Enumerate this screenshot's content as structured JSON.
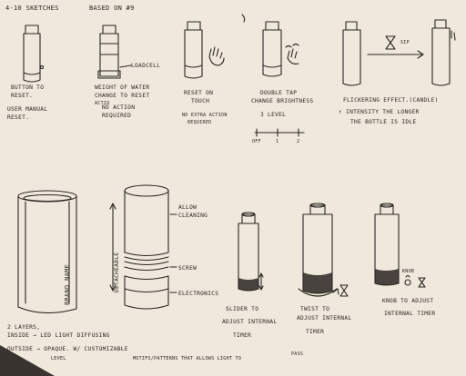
{
  "header": {
    "title": "4-10 SKETCHES",
    "subtitle": "BASED ON #9"
  },
  "sketches": [
    {
      "lines": [
        "BUTTON TO",
        "RESET.",
        "",
        "USER MANUAL",
        "RESET."
      ]
    },
    {
      "callout": "LOADCELL",
      "lines": [
        "WEIGHT OF WATER",
        "CHANGE TO RESET",
        "NO ACTION",
        "REQUIRED"
      ],
      "note": "ACTIO"
    },
    {
      "lines": [
        "RESET ON",
        "TOUCH",
        "NO EXTRA ACTION",
        "REQUIRED"
      ]
    },
    {
      "lines": [
        "DOUBLE TAP",
        "CHANGE BRIGHTNESS",
        "3 LEVEL"
      ],
      "scale": [
        "OFF",
        "1",
        "2"
      ]
    },
    {
      "callout": "SIP",
      "lines": [
        "FLICKERING EFFECT.(CANDLE)",
        "↑ INTENSITY THE LONGER",
        "THE BOTTLE IS IDLE"
      ]
    }
  ],
  "bottom": {
    "brand": "BRAND NAME",
    "layers_lines": [
      "2 LAYERS,",
      "INSIDE → LED LIGHT DIFFUSING",
      "OUTSIDE → OPAQUE. W/ CUSTOMIZABLE",
      "MOTIFS/PATTERNS THAT ALLOWS LIGHT TO",
      "PASS"
    ],
    "layers_extra": "LEVEL",
    "detachable": "DETACHEABLE",
    "labels": [
      "ALLOW",
      "CLEANING",
      "SCREW",
      "ELECTRONICS"
    ],
    "slider_lines": [
      "SLIDER TO",
      "ADJUST INTERNAL",
      "TIMER"
    ],
    "twist_lines": [
      "TWIST TO",
      "ADJUST INTERNAL",
      "TIMER"
    ],
    "knob": "KNOB",
    "knob_lines": [
      "KNOB TO ADJUST",
      "INTERNAL TIMER"
    ]
  }
}
